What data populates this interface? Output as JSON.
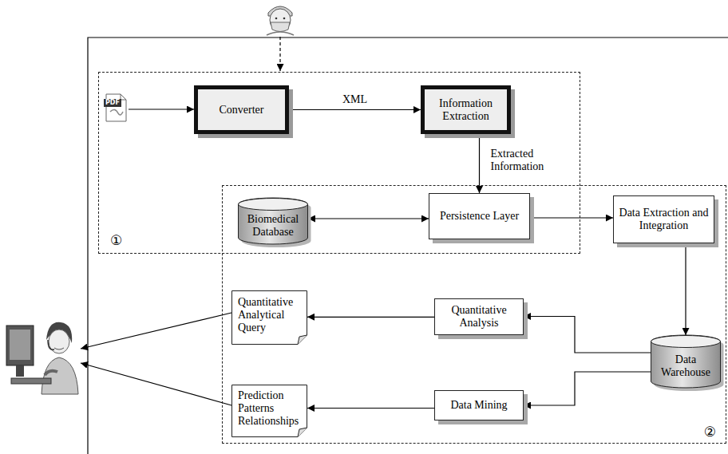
{
  "diagram": {
    "nodes": [
      {
        "text": [
          "①"
        ]
      },
      {
        "text": [
          "Converter"
        ],
        "in": 0
      },
      {
        "text": [
          "Information Extraction"
        ],
        "in": 0
      },
      {
        "text": [
          "②"
        ]
      },
      {
        "text": [
          "Biomedical Database"
        ],
        "in": 3
      },
      {
        "text": [
          "Persistence Layer"
        ],
        "in": 3
      },
      {
        "text": [
          "Data Extraction and Integration"
        ],
        "in": 3
      },
      {
        "text": [
          "Quantitative Analytical Query"
        ],
        "in": 3
      },
      {
        "text": [
          "Quantitative Analysis"
        ],
        "in": 3
      },
      {
        "text": [
          "Data Warehouse"
        ],
        "in": 3
      },
      {
        "text": [
          "Prediction Patterns Relationships"
        ],
        "in": 3
      },
      {
        "text": [
          "Data Mining"
        ],
        "in": 3
      }
    ],
    "edges": [
      {
        "from": 1,
        "to": 2,
        "label": "XML",
        "arrow": "to"
      },
      {
        "from": 2,
        "to": 5,
        "label": "Extracted Information",
        "arrow": "to"
      },
      {
        "from": 4,
        "to": 5,
        "arrow": "both"
      },
      {
        "from": 5,
        "to": 6,
        "arrow": "to"
      },
      {
        "from": 6,
        "to": 9,
        "arrow": "to"
      },
      {
        "from": 9,
        "to": 8,
        "arrow": "to"
      },
      {
        "from": 8,
        "to": 7,
        "arrow": "to"
      },
      {
        "from": 9,
        "to": 11,
        "arrow": "to"
      },
      {
        "from": 11,
        "to": 10,
        "arrow": "to"
      }
    ],
    "labels": [
      "PDF"
    ]
  }
}
